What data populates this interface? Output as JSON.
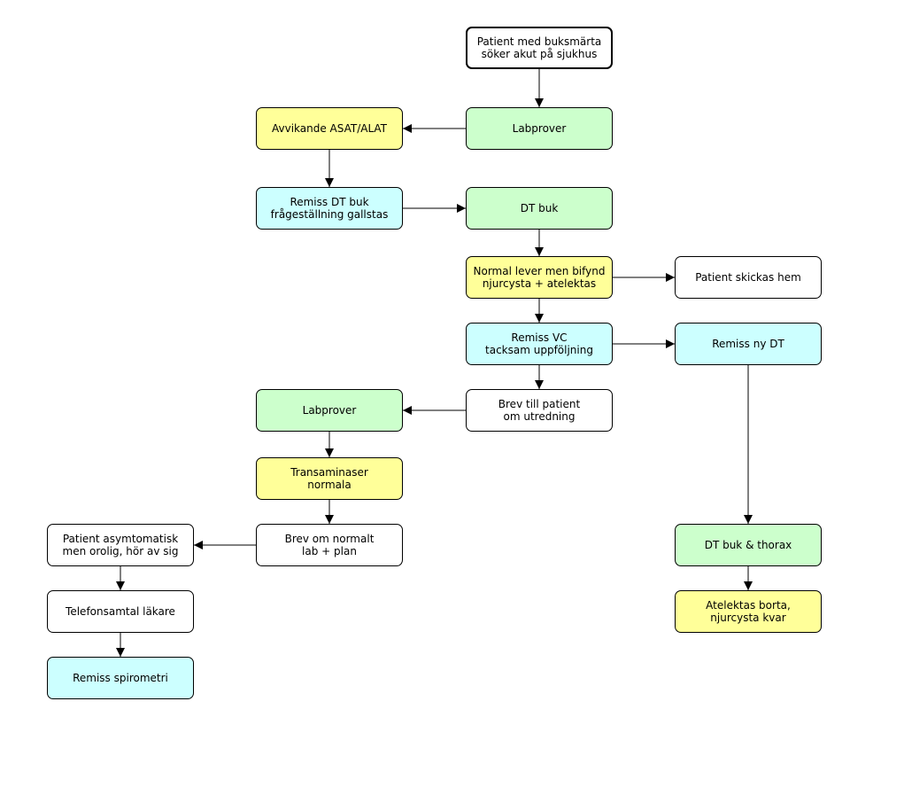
{
  "diagram": {
    "nodes": [
      {
        "id": "start",
        "text": "Patient med buksmärta\nsöker akut på sjukhus",
        "color": "#ffffff"
      },
      {
        "id": "lab1",
        "text": "Labprover",
        "color": "#ccffcc"
      },
      {
        "id": "asat",
        "text": "Avvikande ASAT/ALAT",
        "color": "#ffff99"
      },
      {
        "id": "remiss_dt",
        "text": "Remiss DT buk\nfrågeställning gallstas",
        "color": "#ccffff"
      },
      {
        "id": "dt_buk",
        "text": "DT buk",
        "color": "#ccffcc"
      },
      {
        "id": "normal_lever",
        "text": "Normal lever men bifynd\nnjurcysta + atelektas",
        "color": "#ffff99"
      },
      {
        "id": "hem",
        "text": "Patient skickas hem",
        "color": "#ffffff"
      },
      {
        "id": "remiss_vc",
        "text": "Remiss VC\ntacksam uppföljning",
        "color": "#ccffff"
      },
      {
        "id": "remiss_ny_dt",
        "text": "Remiss ny DT",
        "color": "#ccffff"
      },
      {
        "id": "brev_patient",
        "text": "Brev till patient\nom utredning",
        "color": "#ffffff"
      },
      {
        "id": "lab2",
        "text": "Labprover",
        "color": "#ccffcc"
      },
      {
        "id": "trans",
        "text": "Transaminaser\nnormala",
        "color": "#ffff99"
      },
      {
        "id": "brev_normalt",
        "text": "Brev om normalt\nlab + plan",
        "color": "#ffffff"
      },
      {
        "id": "asymtomatisk",
        "text": "Patient asymtomatisk\nmen orolig, hör av sig",
        "color": "#ffffff"
      },
      {
        "id": "telefon",
        "text": "Telefonsamtal läkare",
        "color": "#ffffff"
      },
      {
        "id": "spirometri",
        "text": "Remiss spirometri",
        "color": "#ccffff"
      },
      {
        "id": "dt_thorax",
        "text": "DT buk & thorax",
        "color": "#ccffcc"
      },
      {
        "id": "atelektas",
        "text": "Atelektas borta,\nnjurcysta kvar",
        "color": "#ffff99"
      }
    ],
    "edges": [
      {
        "from": "start",
        "to": "lab1"
      },
      {
        "from": "lab1",
        "to": "asat"
      },
      {
        "from": "asat",
        "to": "remiss_dt"
      },
      {
        "from": "remiss_dt",
        "to": "dt_buk"
      },
      {
        "from": "dt_buk",
        "to": "normal_lever"
      },
      {
        "from": "normal_lever",
        "to": "hem"
      },
      {
        "from": "normal_lever",
        "to": "remiss_vc"
      },
      {
        "from": "remiss_vc",
        "to": "remiss_ny_dt"
      },
      {
        "from": "remiss_vc",
        "to": "brev_patient"
      },
      {
        "from": "brev_patient",
        "to": "lab2"
      },
      {
        "from": "lab2",
        "to": "trans"
      },
      {
        "from": "trans",
        "to": "brev_normalt"
      },
      {
        "from": "brev_normalt",
        "to": "asymtomatisk"
      },
      {
        "from": "asymtomatisk",
        "to": "telefon"
      },
      {
        "from": "telefon",
        "to": "spirometri"
      },
      {
        "from": "remiss_ny_dt",
        "to": "dt_thorax"
      },
      {
        "from": "dt_thorax",
        "to": "atelektas"
      }
    ]
  }
}
